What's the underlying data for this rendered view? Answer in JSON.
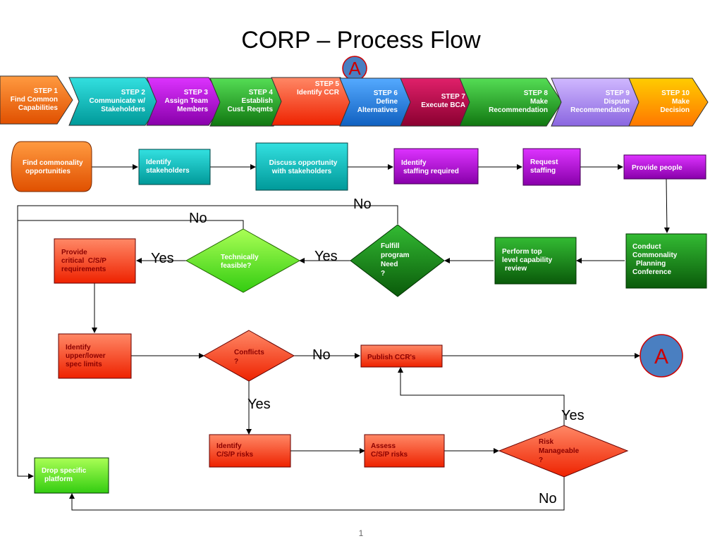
{
  "title": "CORP – Process Flow",
  "page_number": "1",
  "connector_marker": "A",
  "colors": {
    "orange": "#ff6600",
    "teal": "#00b3b3",
    "purple": "#aa00cc",
    "green": "#22aa22",
    "red": "#ff3300",
    "blue": "#1e7fe0",
    "crimson": "#b00040",
    "lavender": "#b08ef0",
    "gold": "#ff9900",
    "light_green": "#66ee33",
    "circle_blue": "#4a7fc1"
  },
  "steps": [
    [
      "STEP 1",
      "Find Common",
      "Capabilities"
    ],
    [
      "STEP 2",
      "Communicate w/",
      "Stakeholders"
    ],
    [
      "STEP 3",
      "Assign Team",
      "Members"
    ],
    [
      "STEP 4",
      "Establish",
      "Cust. Reqmts"
    ],
    [
      "STEP 5",
      "Identify CCR"
    ],
    [
      "STEP 6",
      "Define",
      "Alternatives"
    ],
    [
      "STEP 7",
      "Execute BCA"
    ],
    [
      "STEP 8",
      "Make",
      "Recommendation"
    ],
    [
      "STEP 9",
      "Dispute",
      "Recommendation"
    ],
    [
      "STEP 10",
      "Make",
      "Decision"
    ]
  ],
  "nodes": {
    "find_commonality": [
      "Find commonality",
      "opportunities"
    ],
    "identify_stakeholders": [
      "Identify",
      "stakeholders"
    ],
    "discuss_opportunity": [
      "Discuss opportunity",
      "with stakeholders"
    ],
    "identify_staffing": [
      "Identify",
      "staffing required"
    ],
    "request_staffing": [
      "Request",
      "staffing"
    ],
    "provide_people": [
      "Provide people"
    ],
    "conduct_conference": [
      "Conduct",
      "Commonality",
      "Planning",
      "Conference"
    ],
    "perform_review": [
      "Perform top",
      "level capability",
      "review"
    ],
    "fulfill_need": [
      "Fulfill",
      "program",
      "Need",
      "?"
    ],
    "technically_feasible": [
      "Technically",
      "feasible?"
    ],
    "provide_critical": [
      "Provide",
      "critical  C/S/P",
      "requirements"
    ],
    "identify_limits": [
      "Identify",
      "upper/lower",
      "spec limits"
    ],
    "conflicts": [
      "Conflicts",
      "?"
    ],
    "publish_ccr": [
      "Publish CCR's"
    ],
    "identify_risks": [
      "Identify",
      "C/S/P risks"
    ],
    "assess_risks": [
      "Assess",
      "C/S/P risks"
    ],
    "risk_manageable": [
      "Risk",
      "Manageable",
      "?"
    ],
    "drop_platform": [
      "Drop specific",
      "platform"
    ]
  },
  "labels": {
    "no": "No",
    "yes": "Yes"
  }
}
